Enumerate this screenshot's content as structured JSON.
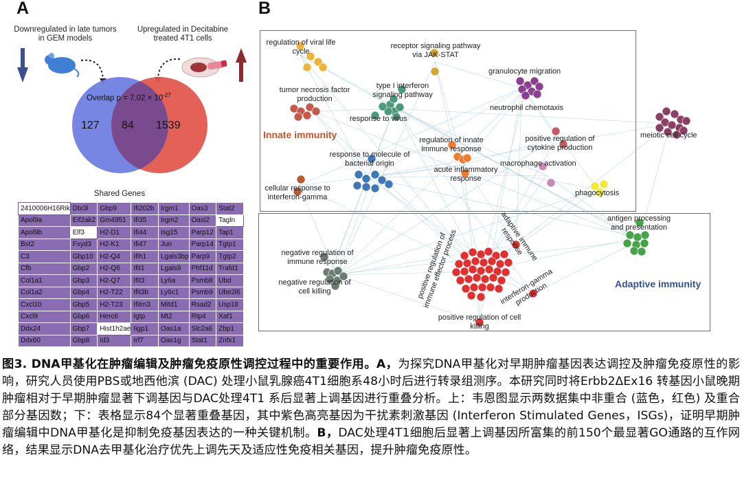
{
  "panel_a": {
    "letter": "A",
    "down_label": "Downregulated in late tumors in GEM models",
    "up_label": "Upregulated in Decitabine treated 4T1 cells",
    "overlap_text": "Overlap p = 7.02 × 10",
    "overlap_exp": "-27",
    "left_count": "127",
    "overlap_count": "84",
    "right_count": "1539",
    "colors": {
      "left_circle": "#6f7fe0",
      "right_circle": "#e25a50",
      "overlap": "#7a4a8f",
      "table_bg": "#8a6cb3"
    },
    "icons": [
      "down-arrow-icon",
      "mouse-icon",
      "petri-dish-icon",
      "up-arrow-icon"
    ],
    "table_title": "Shared Genes",
    "table_rows": [
      [
        "2410006H16Rik",
        "Dtx3l",
        "Gbp9",
        "Ifi202b",
        "Irgm1",
        "Oas3",
        "Stat2"
      ],
      [
        "Apol9a",
        "Eif2ak2",
        "Gm4951",
        "Ifi35",
        "Irgm2",
        "Oasl2",
        "Tagln"
      ],
      [
        "Apol9b",
        "Elf3",
        "H2-D1",
        "Ifi44",
        "Isg15",
        "Parp12",
        "Tap1"
      ],
      [
        "Bst2",
        "Fxyd3",
        "H2-K1",
        "Ifi47",
        "Jun",
        "Parp14",
        "Tgtp1"
      ],
      [
        "C3",
        "Gbp10",
        "H2-Q4",
        "Ifih1",
        "Lgals3bp",
        "Parp9",
        "Tgtp2"
      ],
      [
        "Cfb",
        "Gbp2",
        "H2-Q6",
        "Ifit1",
        "Lgals9",
        "Phf11d",
        "Trafd1"
      ],
      [
        "Col1a1",
        "Gbp3",
        "H2-Q7",
        "Ifit3",
        "Ly6a",
        "Psmb8",
        "Ubd"
      ],
      [
        "Col1a2",
        "Gbp4",
        "H2-T22",
        "Ifit3b",
        "Ly6c1",
        "Psmb9",
        "Ube2l6"
      ],
      [
        "Cxcl10",
        "Gbp5",
        "H2-T23",
        "Ifitm3",
        "Mitd1",
        "Rsad2",
        "Usp18"
      ],
      [
        "Cxcl9",
        "Gbp6",
        "Herc6",
        "Igtp",
        "Mt2",
        "Rtp4",
        "Xaf1"
      ],
      [
        "Ddx24",
        "Gbp7",
        "Hist1h2ae",
        "Iigp1",
        "Oas1a",
        "Slc2a6",
        "Zbp1"
      ],
      [
        "Ddx60",
        "Gbp8",
        "Id3",
        "Irf7",
        "Oas1g",
        "Stat1",
        "Znfx1"
      ]
    ],
    "highlighted_genes": [
      "2410006H16Rik",
      "Tagln",
      "Elf3",
      "Hist1h2ae"
    ]
  },
  "panel_b": {
    "letter": "B",
    "innate_title": "Innate immunity",
    "adaptive_title": "Adaptive immunity",
    "innate_color": "#c8532a",
    "adaptive_color": "#2f4f9e",
    "terms": {
      "viral_life_cycle": "regulation of viral life cycle",
      "jak_stat": "receptor signaling pathway via JAK-STAT",
      "granulocyte": "granulocyte migration",
      "tnf": "tumor necrosis factor production",
      "type1_ifn": "type I interferon signaling pathway",
      "response_virus": "response to virus",
      "neutrophil": "neutrophil chemotaxis",
      "meiotic": "meiotic cell cycle",
      "reg_innate": "regulation of innate immune response",
      "pos_cytokine": "positive regulation of cytokine production",
      "bacterial": "response to molecule of bacterial origin",
      "acute_inflam": "acute inflammatory response",
      "macrophage": "macrophage activation",
      "ifn_gamma_resp": "cellular response to interferon-gamma",
      "phagocytosis": "phagocytosis",
      "antigen": "antigen processing and presentation",
      "neg_immune": "negative regulation of immune response",
      "neg_killing": "negative regulation of cell killing",
      "pos_effector": "positive regulation of immune effector process",
      "adaptive_resp": "adaptive immune response",
      "ifn_gamma_prod": "interferon-gamma production",
      "pos_killing": "positive regulation of cell killing"
    }
  },
  "caption": {
    "lead": "图3. DNA甲基化在肿瘤编辑及肿瘤免疫原性调控过程中的重要作用。A，",
    "body_a": "为探究DNA甲基化对早期肿瘤基因表达调控及肿瘤免疫原性的影响，研究人员使用PBS或地西他滨 (DAC) 处理小鼠乳腺癌4T1细胞系48小时后进行转录组测序。本研究同时将Erbb2ΔEx16 转基因小鼠晚期肿瘤相对于早期肿瘤显著下调基因与DAC处理4T1 系后显著上调基因进行重叠分析。上：韦恩图显示两数据集中非重合 (蓝色，红色) 及重合部分基因数；下：表格显示84个显著重叠基因，其中紫色高亮基因为干扰素刺激基因 (Interferon Stimulated Genes，ISGs)，证明早期肿瘤编辑中DNA甲基化是抑制免疫基因表达的一种关键机制。",
    "b_label": "B，",
    "body_b": "DAC处理4T1细胞后显著上调基因所富集的前150个最显著GO通路的互作网络，结果显示DNA去甲基化治疗优先上调先天及适应性免疫相关基因，提升肿瘤免疫原性。"
  }
}
